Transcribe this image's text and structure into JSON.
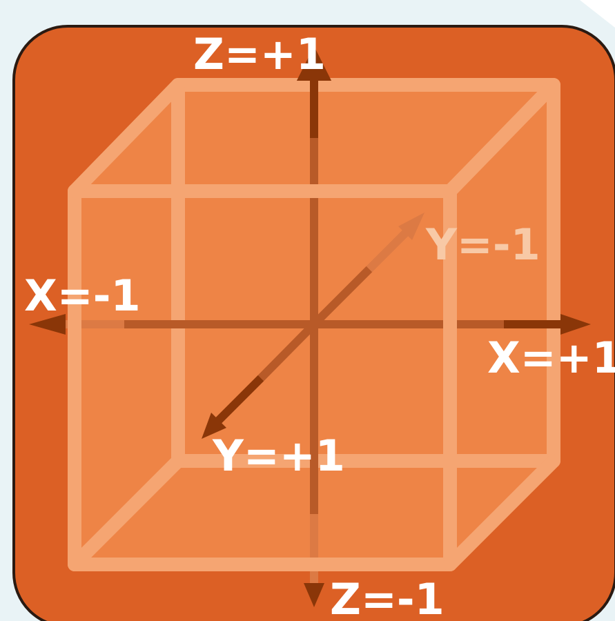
{
  "colors": {
    "page_background": "#e9f3f6",
    "panel_fill": "#dc6025",
    "panel_border": "#2a1a12",
    "cube_fill": "#ee8446",
    "cube_edge": "#f5a572",
    "axis_dark": "#8a3608",
    "axis_mid": "#b85a28",
    "axis_light": "#dc7a44",
    "label_text": "#ffffff",
    "label_text_faded": "#f8c9a6"
  },
  "labels": {
    "z_pos": "Z=+1",
    "z_neg": "Z=-1",
    "x_pos": "X=+1",
    "x_neg": "X=-1",
    "y_pos": "Y=+1",
    "y_neg": "Y=-1"
  }
}
